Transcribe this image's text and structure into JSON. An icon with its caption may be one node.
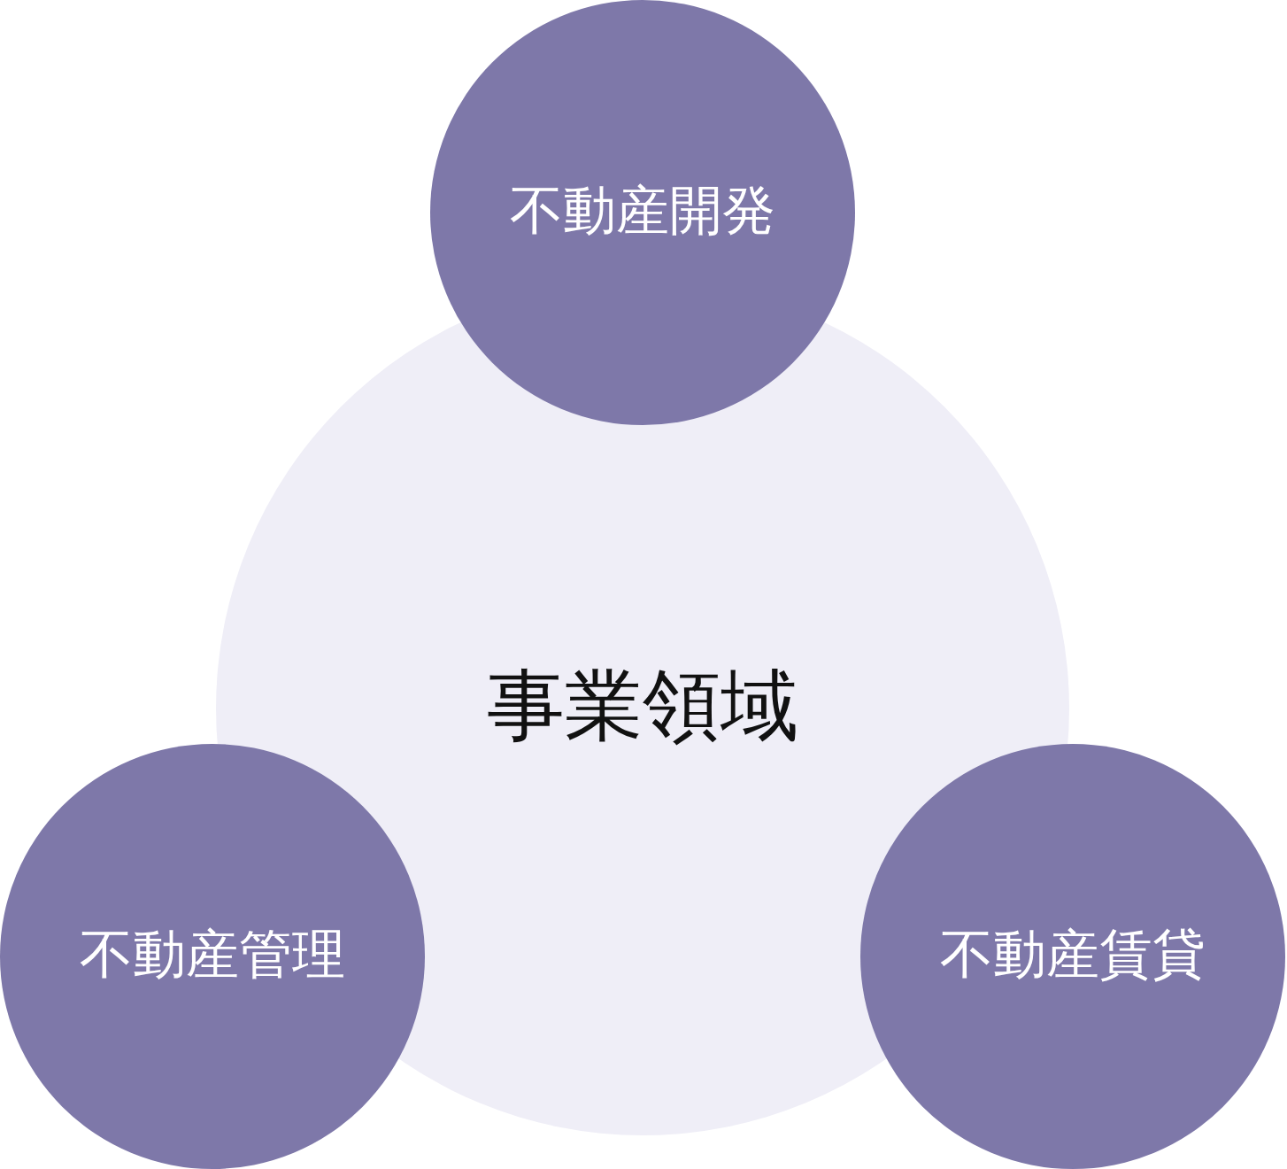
{
  "diagram": {
    "nodes": [
      {
        "text": [
          "不動産開発"
        ]
      },
      {
        "text": [
          "事業領域"
        ]
      },
      {
        "text": [
          "不動産管理"
        ]
      },
      {
        "text": [
          "不動産賃貸"
        ]
      }
    ]
  }
}
